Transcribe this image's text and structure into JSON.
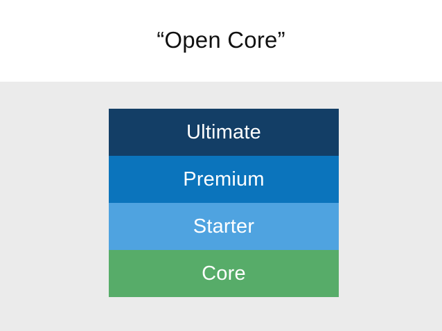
{
  "slide": {
    "title": "“Open Core”",
    "background_color": "#ebebeb",
    "title_band_color": "#ffffff",
    "title_text_color": "#111111"
  },
  "diagram": {
    "type": "stacked-tiers",
    "label_color": "#ffffff",
    "layers": [
      {
        "label": "Ultimate",
        "color": "#133E66"
      },
      {
        "label": "Premium",
        "color": "#0B74BC"
      },
      {
        "label": "Starter",
        "color": "#4FA3E0"
      },
      {
        "label": "Core",
        "color": "#57AC69"
      }
    ]
  }
}
